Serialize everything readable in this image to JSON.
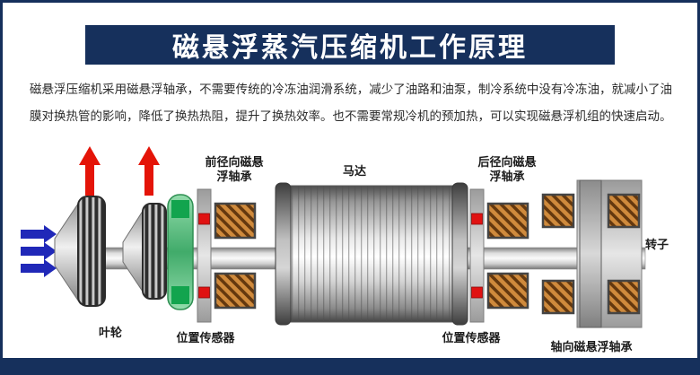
{
  "header": {
    "title": "磁悬浮蒸汽压缩机工作原理"
  },
  "intro": {
    "text": "磁悬浮压缩机采用磁悬浮轴承，不需要传统的冷冻油润滑系统，减少了油路和油泵，制冷系统中没有冷冻油，就减小了油膜对换热管的影响，降低了换热热阻，提升了换热效率。也不需要常规冷机的预加热，可以实现磁悬浮机组的快速启动。"
  },
  "diagram": {
    "labels": {
      "front_radial_bearing": "前径向磁悬浮轴承",
      "motor": "马达",
      "rear_radial_bearing": "后径向磁悬浮轴承",
      "impeller": "叶轮",
      "front_position_sensor": "位置传感器",
      "rear_position_sensor": "位置传感器",
      "axial_bearing": "轴向磁悬浮轴承",
      "rotor": "转子"
    },
    "icons": {
      "inlet_flow": "blue-right-arrows-icon",
      "discharge_flow": "red-up-arrows-icon"
    },
    "colors": {
      "frame_navy": "#16305c",
      "inlet_arrow_blue": "#2028b8",
      "discharge_arrow_red": "#e41408",
      "sensor_green": "#12a44e",
      "coil_copper": "#cf8a3c",
      "marker_red": "#e01212"
    }
  }
}
